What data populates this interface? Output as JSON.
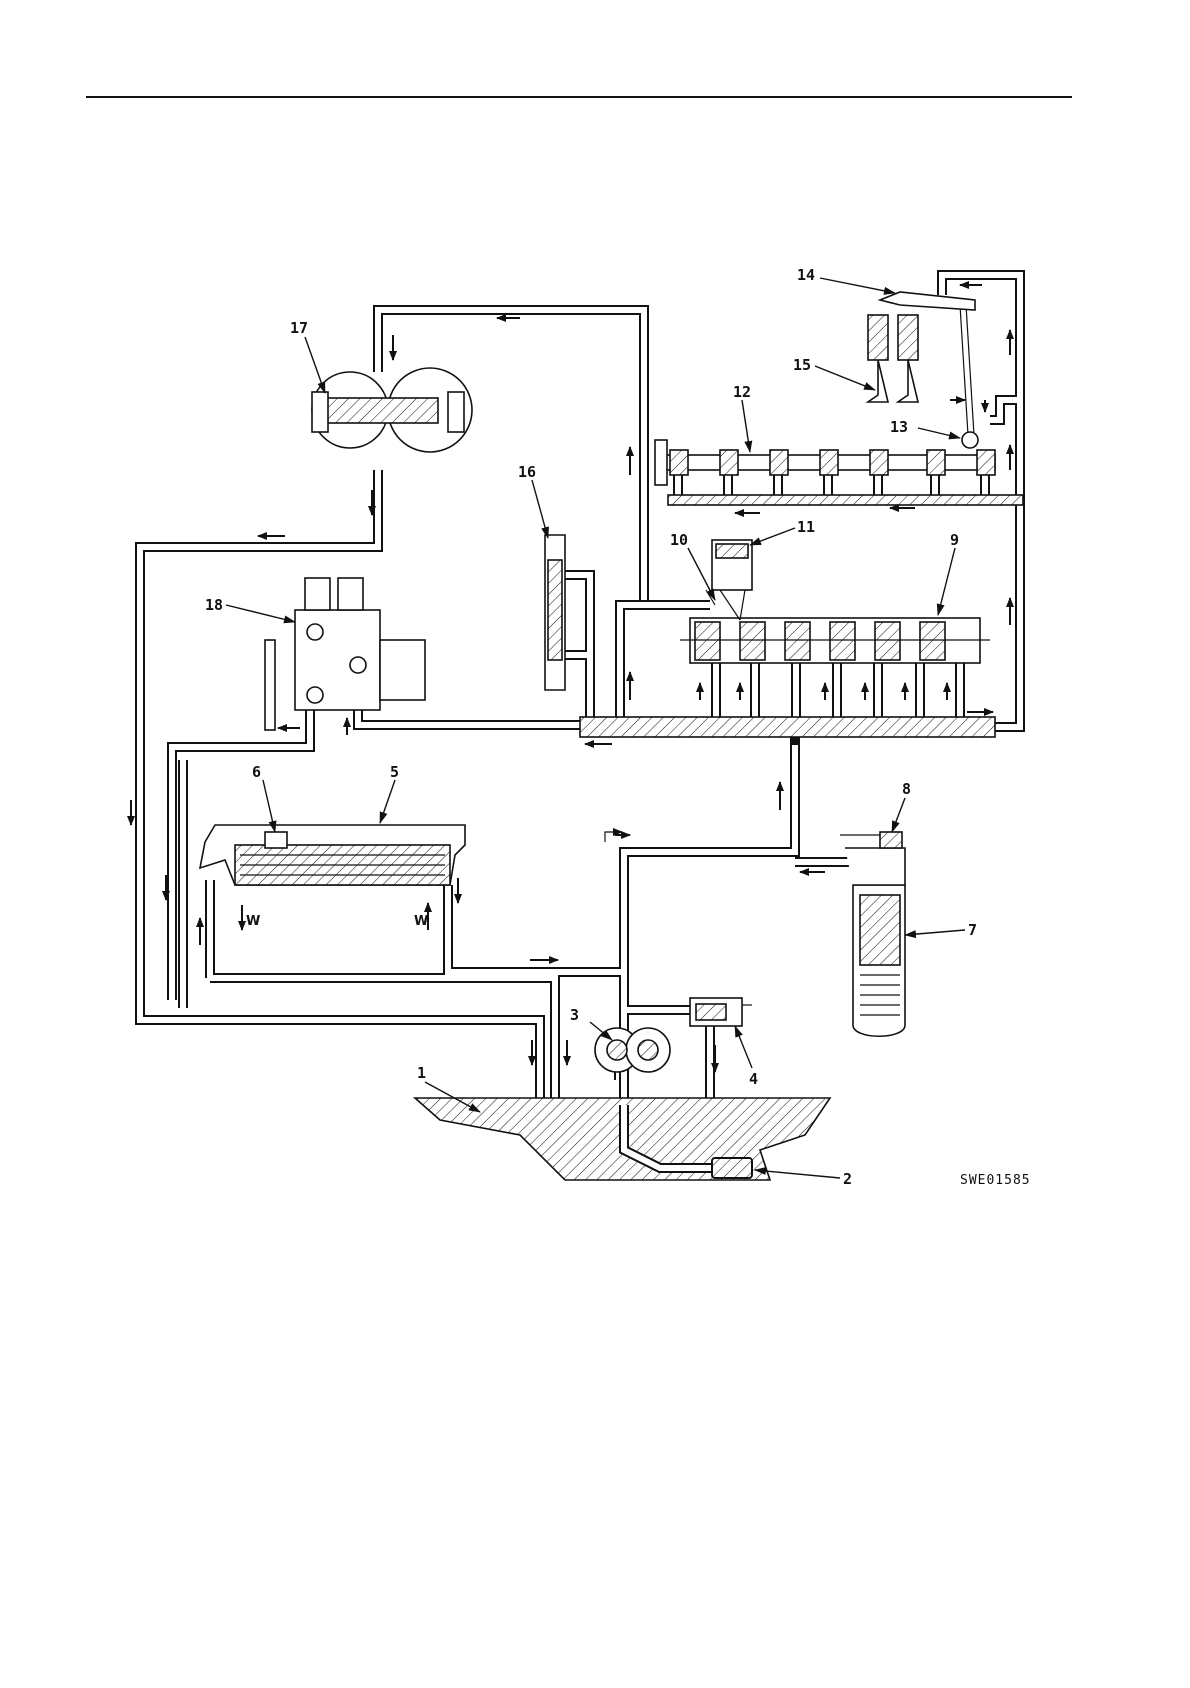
{
  "figure_code": "SWE01585",
  "callouts": [
    "1",
    "2",
    "3",
    "4",
    "5",
    "6",
    "7",
    "8",
    "9",
    "10",
    "11",
    "12",
    "13",
    "14",
    "15",
    "16",
    "17",
    "18"
  ],
  "water_marks": [
    "W",
    "W"
  ],
  "colors": {
    "ink": "#111111",
    "paper": "#ffffff"
  }
}
